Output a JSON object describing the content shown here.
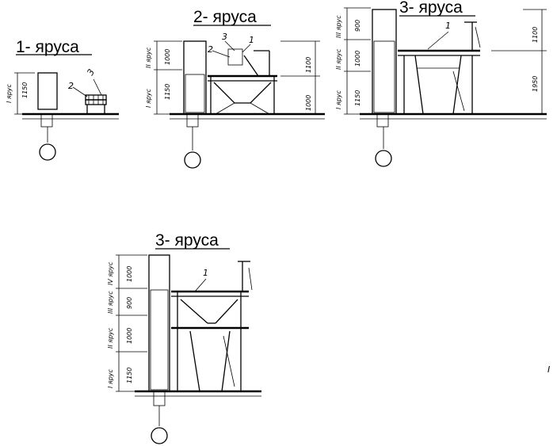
{
  "panels": [
    {
      "title": "1- яруса",
      "tier_labels": [
        "I ярус"
      ],
      "dimensions": [
        "1150"
      ],
      "callouts": [
        "2",
        "3"
      ]
    },
    {
      "title": "2- яруса",
      "tier_labels": [
        "II ярус",
        "I ярус"
      ],
      "dimensions": [
        "1000",
        "1150",
        "1100",
        "1000"
      ],
      "callouts": [
        "3",
        "1",
        "2"
      ]
    },
    {
      "title": "3- яруса",
      "tier_labels": [
        "III ярус",
        "II ярус",
        "I ярус"
      ],
      "dimensions": [
        "900",
        "1000",
        "1150",
        "1100",
        "1950"
      ],
      "callouts": [
        "1"
      ]
    },
    {
      "title": "3- яруса",
      "tier_labels": [
        "IV ярус",
        "III ярус",
        "II ярус",
        "I ярус"
      ],
      "dimensions": [
        "1000",
        "900",
        "1000",
        "1150"
      ],
      "callouts": [
        "1"
      ]
    }
  ],
  "side_mark": "I",
  "colors": {
    "ink": "#000000",
    "paper": "#ffffff"
  }
}
